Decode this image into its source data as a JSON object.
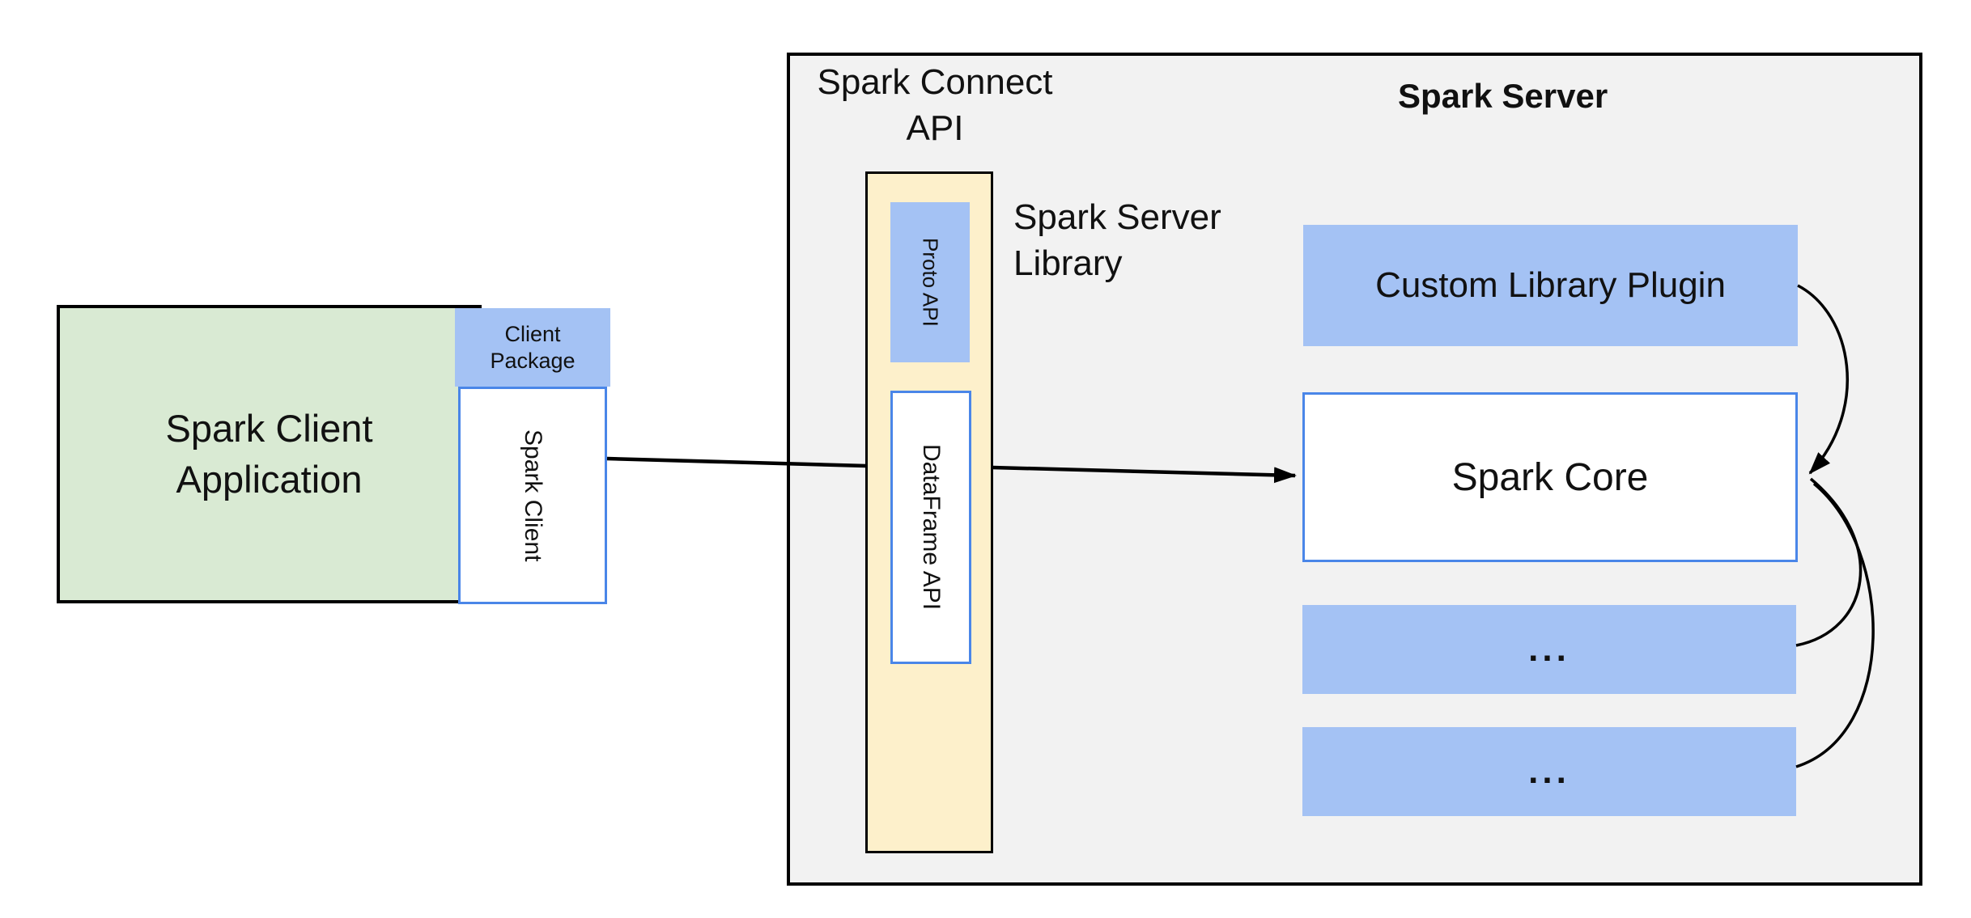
{
  "colors": {
    "green-fill": "#d9ead3",
    "blue-fill": "#a4c2f4",
    "blue-border": "#4a86e8",
    "yellow-fill": "#fdf0cb",
    "container-fill": "#f2f2f2",
    "line": "#000000",
    "text": "#111111",
    "page-bg": "#ffffff"
  },
  "client": {
    "app_label_line1": "Spark Client",
    "app_label_line2": "Application",
    "package_label_line1": "Client",
    "package_label_line2": "Package",
    "spark_client_label": "Spark Client"
  },
  "connect": {
    "api_title_line1": "Spark Connect",
    "api_title_line2": "API",
    "proto_api_label": "Proto API",
    "dataframe_api_label": "DataFrame API",
    "server_library_line1": "Spark Server",
    "server_library_line2": "Library"
  },
  "server": {
    "title": "Spark Server",
    "custom_plugin_label": "Custom Library Plugin",
    "spark_core_label": "Spark Core",
    "slot1_label": "...",
    "slot2_label": "..."
  }
}
